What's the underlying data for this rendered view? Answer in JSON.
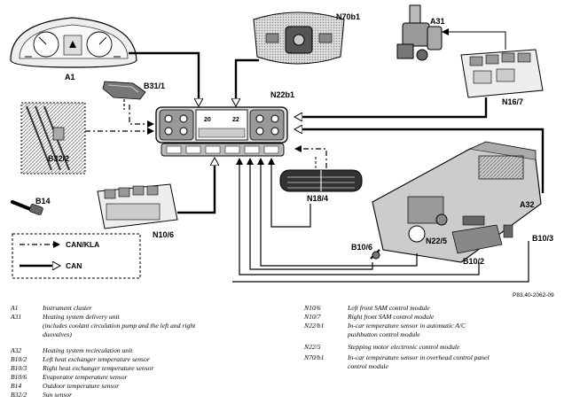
{
  "diagram": {
    "labels": {
      "a1": "A1",
      "b31_1": "B31/1",
      "b32_2": "B32/2",
      "n70b1": "N70b1",
      "a31": "A31",
      "n16_7": "N16/7",
      "n22b1": "N22b1",
      "b14": "B14",
      "n10_6": "N10/6",
      "n18_4": "N18/4",
      "a32": "A32",
      "b10_6": "B10/6",
      "n22_5": "N22/5",
      "b10_3": "B10/3",
      "b10_2": "B10/2"
    },
    "control_panel_display": {
      "left_temp": "20",
      "right_temp": "22"
    },
    "legend": {
      "can_kla": "CAN/KLA",
      "can": "CAN"
    },
    "reference": "P83.40-2062-09"
  },
  "key_left": [
    {
      "code": "A1",
      "desc": "Instrument cluster"
    },
    {
      "code": "A31",
      "desc": "Heating system delivery unit"
    },
    {
      "code": "",
      "desc": "(includes coolant circulation pump and the left and right"
    },
    {
      "code": "",
      "desc": "duovalves)"
    },
    {
      "code": "A32",
      "desc": "Heating system recirculation unit"
    },
    {
      "code": "B10/2",
      "desc": "Left heat exchanger temperature sensor"
    },
    {
      "code": "B10/3",
      "desc": "Right heat exchanger temperature sensor"
    },
    {
      "code": "B10/6",
      "desc": "Evaporator temperature sensor"
    },
    {
      "code": "B14",
      "desc": "Outdoor temperature sensor"
    },
    {
      "code": "B32/2",
      "desc": "Sun sensor"
    }
  ],
  "key_right": [
    {
      "code": "N10/6",
      "desc": "Left front SAM control module"
    },
    {
      "code": "N10/7",
      "desc": "Right front SAM control module"
    },
    {
      "code": "N22/b1",
      "desc": "In-car temperature sensor in automatic A/C"
    },
    {
      "code": "",
      "desc": "pushbutton control module"
    },
    {
      "code": "N22/5",
      "desc": "Stepping motor electronic control module"
    },
    {
      "code": "N70/b1",
      "desc": "In-car temperature sensor in overhead control panel"
    },
    {
      "code": "",
      "desc": "control module"
    }
  ]
}
